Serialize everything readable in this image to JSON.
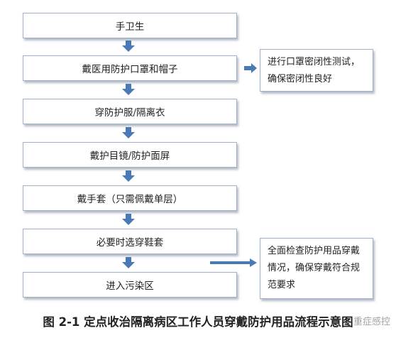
{
  "steps": [
    {
      "label": "手卫生"
    },
    {
      "label": "戴医用防护口罩和帽子"
    },
    {
      "label": "穿防护服/隔离衣"
    },
    {
      "label": "戴护目镜/防护面屏"
    },
    {
      "label": "戴手套（只需佩戴单层）"
    },
    {
      "label": "必要时选穿鞋套"
    },
    {
      "label": "进入污染区"
    }
  ],
  "notes": [
    {
      "lines": [
        "进行口罩密闭性测试，",
        "确保密闭性良好"
      ]
    },
    {
      "lines": [
        "全面检查防护用品穿戴",
        "情况，确保穿戴符合规",
        "范要求"
      ]
    }
  ],
  "caption": "图 2-1 定点收治隔离病区工作人员穿戴防护用品流程示意图",
  "watermark": "重症感控",
  "colors": {
    "arrow": "#4a7ab5",
    "border": "#9fb0c7"
  }
}
